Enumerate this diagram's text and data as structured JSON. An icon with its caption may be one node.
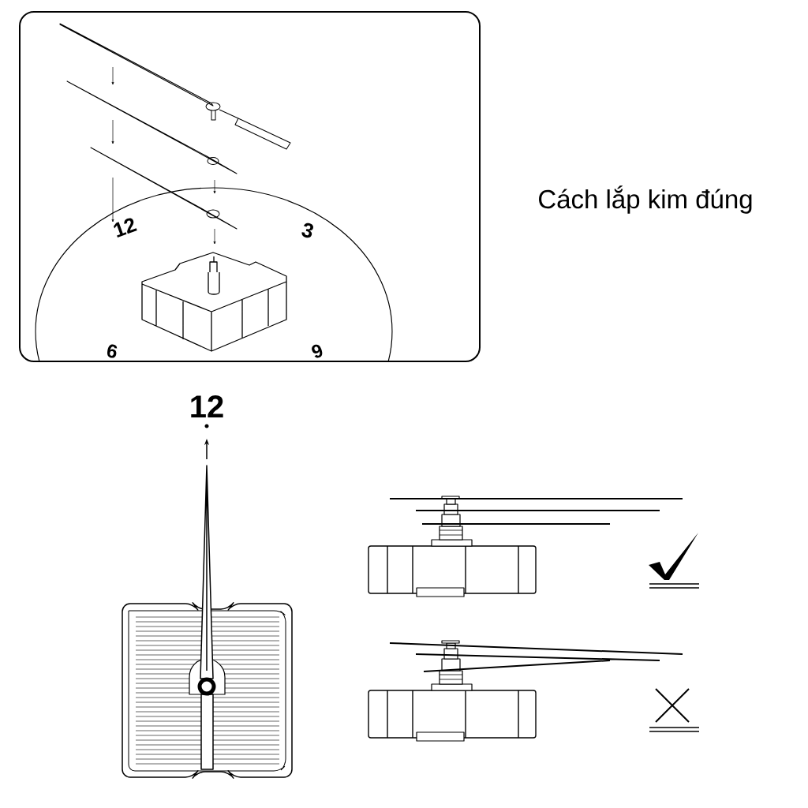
{
  "diagram": {
    "title": "Cách lắp kim đúng",
    "labels": [
      "12",
      "3",
      "9",
      "6",
      "12"
    ]
  }
}
